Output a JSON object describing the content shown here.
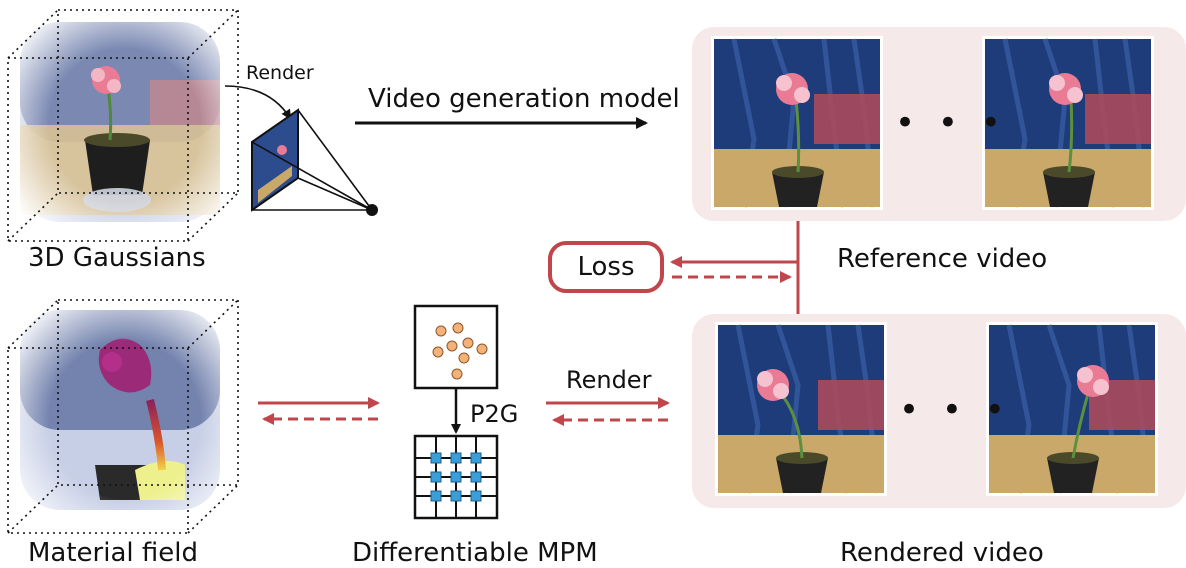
{
  "labels": {
    "gaussians": "3D Gaussians",
    "render_top": "Render",
    "video_gen": "Video generation model",
    "reference_video": "Reference video",
    "loss": "Loss",
    "material_field": "Material field",
    "p2g": "P2G",
    "render_bottom": "Render",
    "mpm": "Differentiable MPM",
    "rendered_video": "Rendered video"
  },
  "ellipsis": "• • •",
  "colors": {
    "panel_bg": "#f6e9e9",
    "loss_red": "#c0464b",
    "particle": "#f4b27a",
    "grid_node": "#3a9fd8",
    "curtain": "#1f3c7a",
    "table": "#c9a86a",
    "flower": "#e97b95"
  },
  "icons": [
    "camera-frustum-icon",
    "particles-icon",
    "grid-icon"
  ]
}
